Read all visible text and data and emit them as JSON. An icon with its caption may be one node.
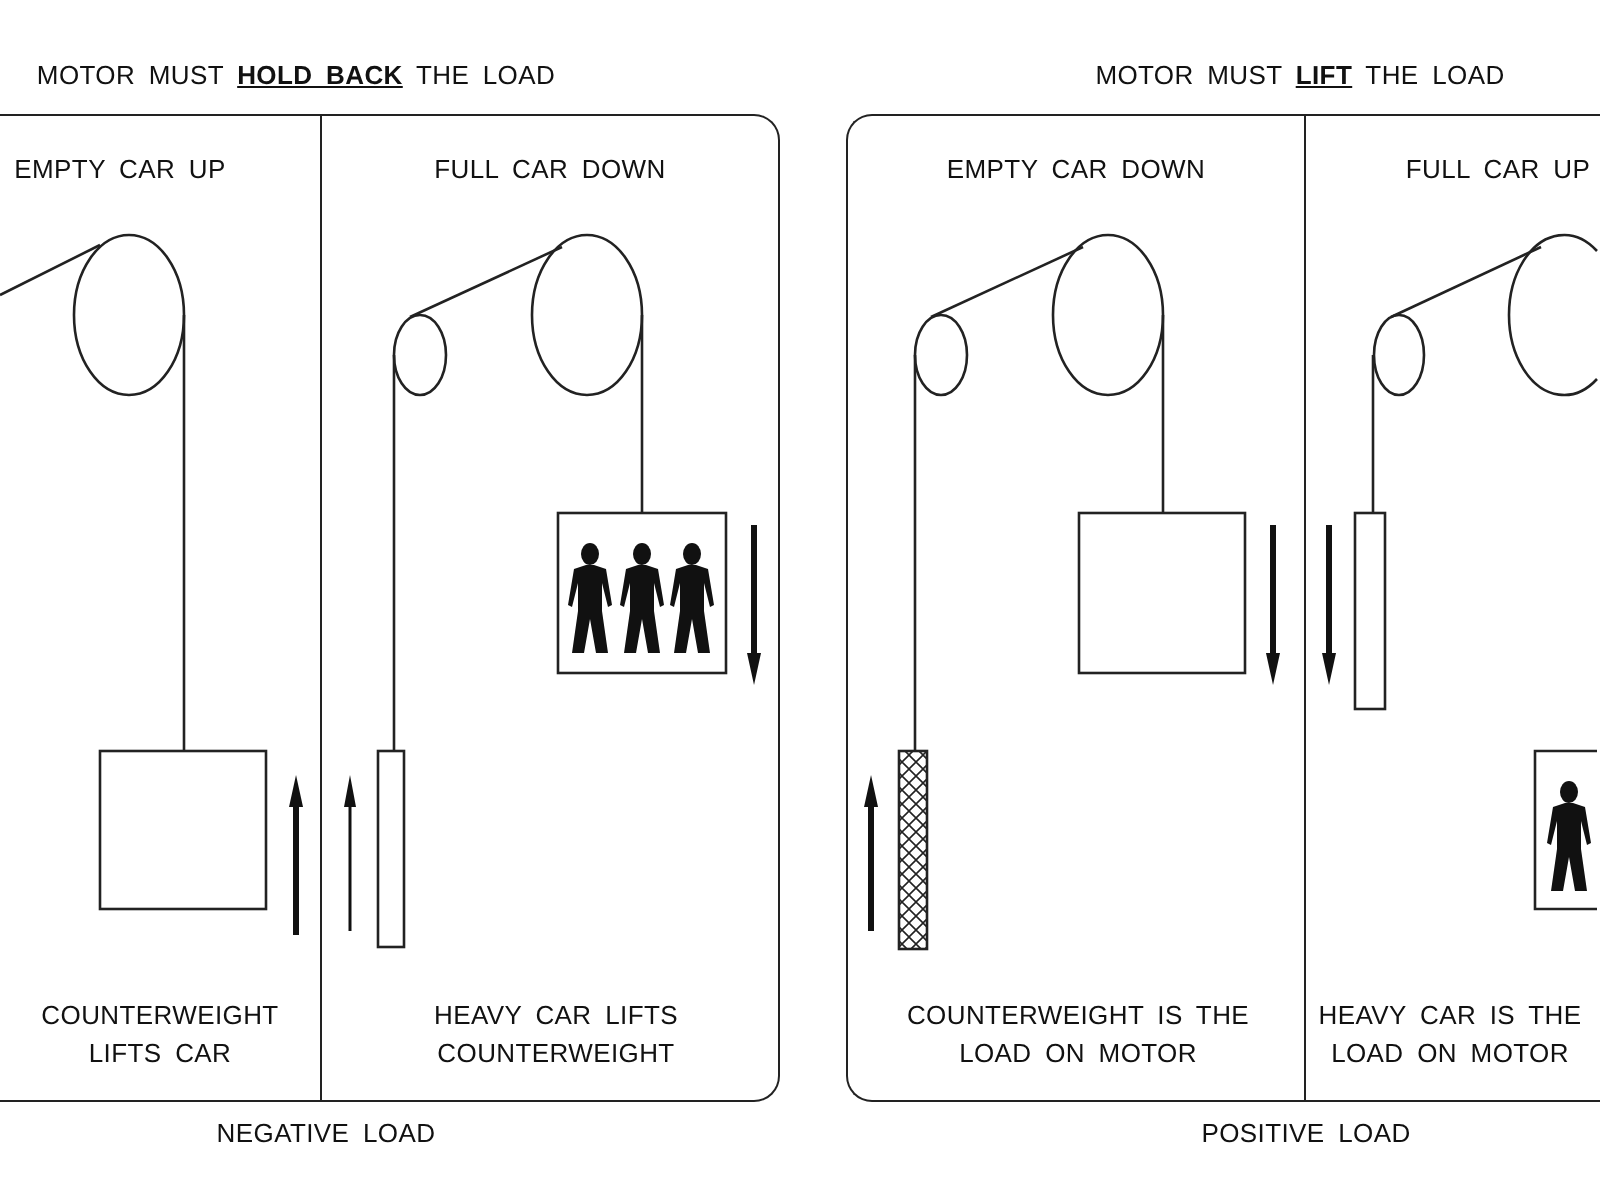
{
  "diagram": {
    "nodes": [
      {
        "text": [
          "MOTOR MUST **HOLD BACK** THE LOAD"
        ],
        "beside": [
          "NEGATIVE LOAD"
        ]
      },
      {
        "text": [
          "EMPTY CAR UP",
          "COUNTERWEIGHT LIFTS CAR"
        ],
        "in": 0
      },
      {
        "text": [
          "FULL CAR DOWN",
          "HEAVY CAR LIFTS COUNTERWEIGHT"
        ],
        "in": 0
      },
      {
        "text": [
          "MOTOR MUST **LIFT** THE LOAD"
        ],
        "beside": [
          "POSITIVE LOAD"
        ]
      },
      {
        "text": [
          "EMPTY CAR DOWN",
          "COUNTERWEIGHT IS THE LOAD ON MOTOR"
        ],
        "in": 3
      },
      {
        "text": [
          "FULL CAR UP",
          "HEAVY CAR IS THE LOAD ON MOTOR"
        ],
        "in": 3
      }
    ]
  }
}
